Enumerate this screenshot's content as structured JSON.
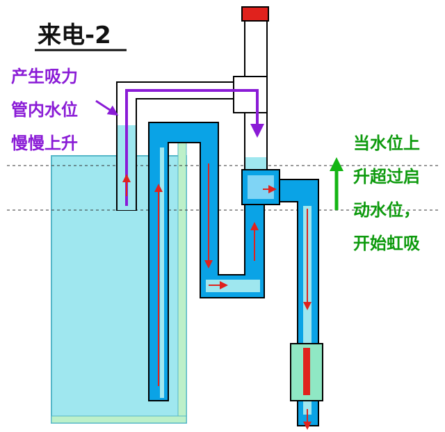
{
  "title": "来电-2",
  "left_text": [
    "产生吸力",
    "管内水位",
    "慢慢上升"
  ],
  "right_text": [
    "当水位上",
    "升超过启",
    "动水位，",
    "开始虹吸"
  ],
  "colors": {
    "water": "#9fe7ef",
    "pipe_water": "#0aa3e6",
    "outline": "#000000",
    "purple": "#8a1bd6",
    "green": "#14b514",
    "arrow_red": "#e0221d",
    "valve_red": "#e0221d",
    "valve_body": "#8fe8c4"
  },
  "icons": [
    "up-arrow-icon",
    "flow-arrow-icon",
    "suction-arrow-icon",
    "valve-icon",
    "cap-icon"
  ]
}
